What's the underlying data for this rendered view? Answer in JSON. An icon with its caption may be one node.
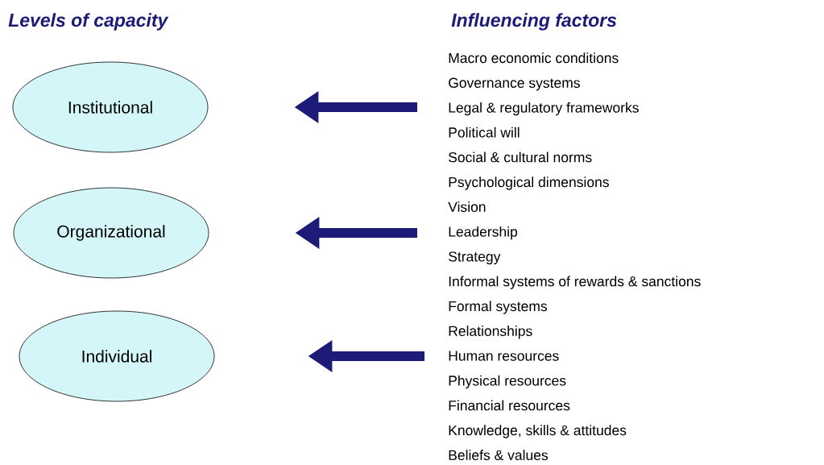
{
  "diagram": {
    "nodes": [
      {
        "text": [
          "Institutional"
        ]
      },
      {
        "text": [
          "Organizational"
        ]
      },
      {
        "text": [
          "Individual"
        ]
      }
    ],
    "labels": [
      "Levels of capacity",
      "Influencing factors",
      "Macro economic conditions",
      "Governance systems",
      "Legal & regulatory frameworks",
      "Political will",
      "Social & cultural norms",
      "Psychological dimensions",
      "Vision",
      "Leadership",
      "Strategy",
      "Informal systems of rewards & sanctions",
      "Formal systems",
      "Relationships",
      "Human resources",
      "Physical resources",
      "Financial resources",
      "Knowledge, skills & attitudes",
      "Beliefs & values"
    ]
  }
}
